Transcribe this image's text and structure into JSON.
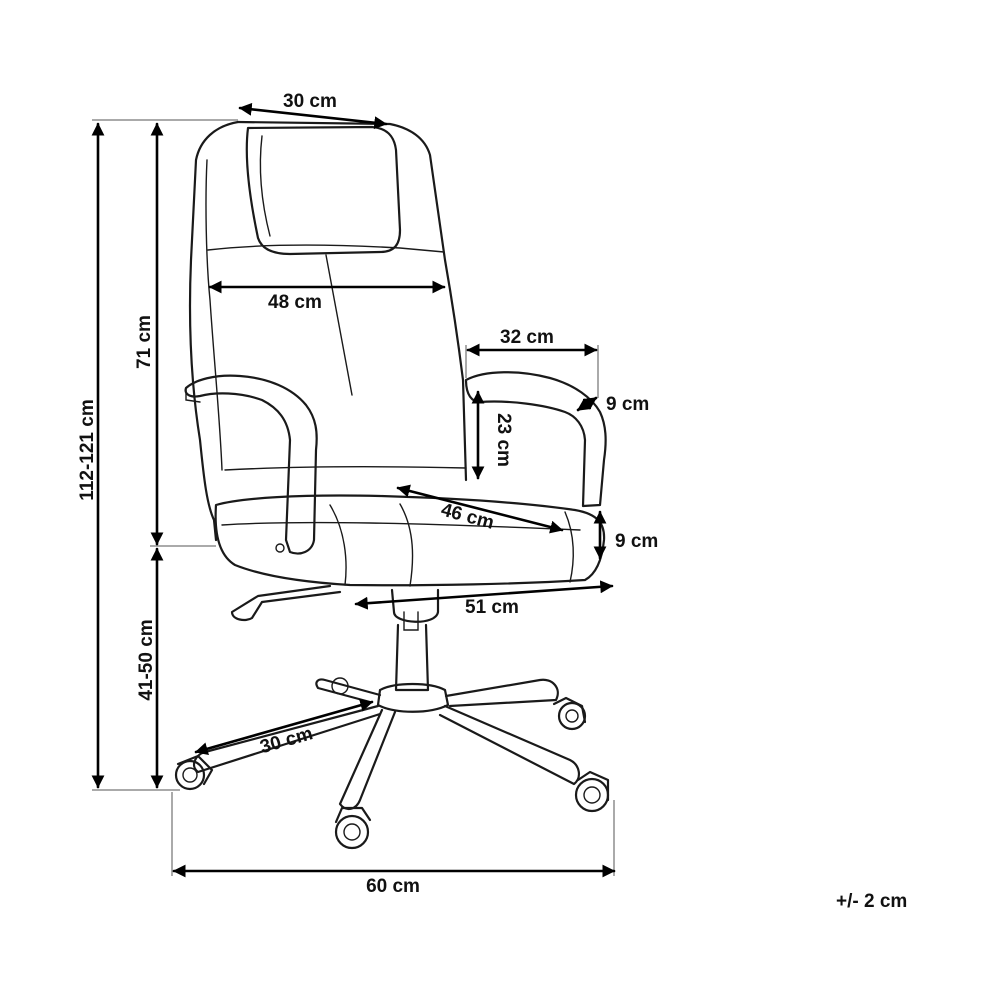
{
  "diagram": {
    "subject": "office-chair",
    "line_color": "#1a1a1a",
    "background": "#ffffff",
    "dimensions": {
      "headrest_width": "30 cm",
      "backrest_width": "48 cm",
      "armrest_depth": "32 cm",
      "armrest_width": "9 cm",
      "armrest_height": "23 cm",
      "seat_depth": "46 cm",
      "seat_thickness": "9 cm",
      "seat_width": "51 cm",
      "backrest_height": "71 cm",
      "total_height": "112-121 cm",
      "seat_height": "41-50 cm",
      "leg_length": "30 cm",
      "base_width": "60 cm"
    },
    "tolerance": "+/- 2 cm"
  }
}
